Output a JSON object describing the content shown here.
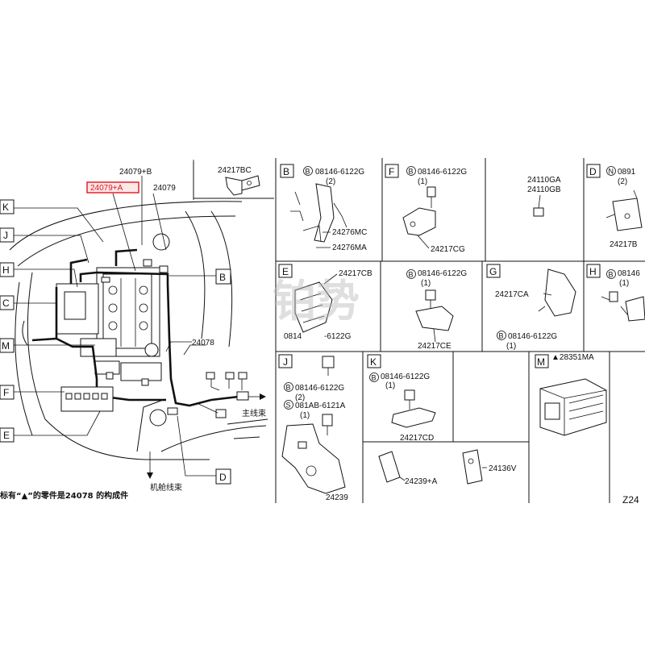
{
  "main": {
    "parts": {
      "p24079b": "24079+B",
      "p24079a": "24079+A",
      "p24079": "24079",
      "p24217bc": "24217BC",
      "p24078": "24078"
    },
    "highlight_color": "#e0151c",
    "callouts": [
      "K",
      "J",
      "H",
      "C",
      "M",
      "F",
      "E",
      "B",
      "D"
    ],
    "arrow_main": "主线束",
    "arrow_engine": "机舱线束",
    "footnote": "标有“▲”的零件是24078 的构成件"
  },
  "panels": {
    "B": {
      "letter": "B",
      "bolt": "08146-6122G",
      "qty": "(2)",
      "parts": [
        "24276MC",
        "24276MA"
      ]
    },
    "F1": {
      "letter": "F",
      "bolt": "08146-6122G",
      "qty": "(1)",
      "parts": [
        "24217CG"
      ]
    },
    "GA": {
      "parts": [
        "24110GA",
        "24110GB"
      ]
    },
    "D": {
      "letter": "D",
      "bolt": "0891",
      "qty": "(2)",
      "parts": [
        "24217B"
      ]
    },
    "E": {
      "letter": "E",
      "parts": [
        "24217CB"
      ],
      "bolt_top": "08146-6122G",
      "qty_top": "(1)",
      "bolt_bottom": "0814",
      "bolt_bottom_suffix": "-6122G",
      "part_bottom": "24217CE"
    },
    "G": {
      "letter": "G",
      "parts": [
        "24217CA"
      ],
      "bolt": "08146-6122G",
      "qty": "(1)"
    },
    "H": {
      "letter": "H",
      "bolt": "08146",
      "qty": "(1)"
    },
    "J": {
      "letter": "J",
      "bolt": "08146-6122G",
      "qty": "(2)",
      "screw": "081AB-6121A",
      "qty2": "(1)",
      "parts": [
        "24239"
      ]
    },
    "K": {
      "letter": "K",
      "bolt": "08146-6122G",
      "qty": "(1)",
      "parts": [
        "24217CD"
      ]
    },
    "M": {
      "letter": "M",
      "parts": [
        "▲28351MA"
      ]
    },
    "bottom": {
      "parts": [
        "24239+A",
        "24136V"
      ]
    },
    "code": "Z24"
  },
  "watermark": "铂势"
}
